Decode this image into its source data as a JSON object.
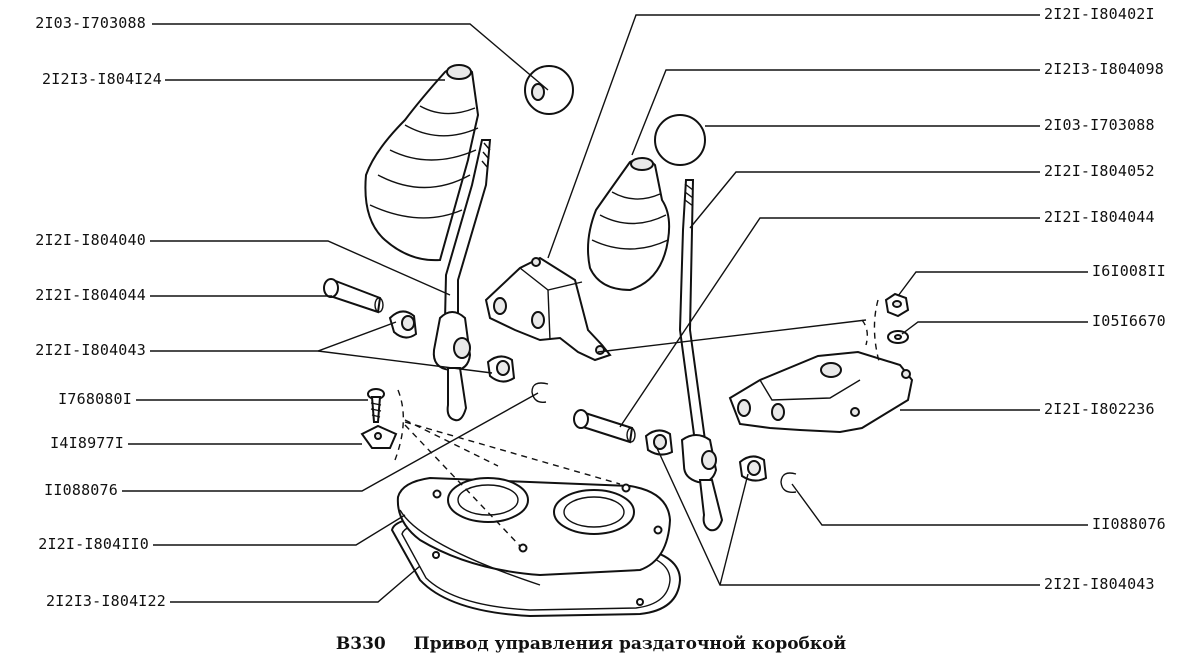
{
  "caption": {
    "code": "B330",
    "title": "Привод управления раздаточной коробкой"
  },
  "callouts_left": [
    {
      "id": "L1",
      "text": "2I03-I703088"
    },
    {
      "id": "L2",
      "text": "2I2I3-I804I24"
    },
    {
      "id": "L3",
      "text": "2I2I-I804040"
    },
    {
      "id": "L4",
      "text": "2I2I-I804044"
    },
    {
      "id": "L5",
      "text": "2I2I-I804043"
    },
    {
      "id": "L6",
      "text": "I768080I"
    },
    {
      "id": "L7",
      "text": "I4I8977I"
    },
    {
      "id": "L8",
      "text": "II088076"
    },
    {
      "id": "L9",
      "text": "2I2I-I804II0"
    },
    {
      "id": "L10",
      "text": "2I2I3-I804I22"
    }
  ],
  "callouts_right": [
    {
      "id": "R1",
      "text": "2I2I-I80402I"
    },
    {
      "id": "R2",
      "text": "2I2I3-I804098"
    },
    {
      "id": "R3",
      "text": "2I03-I703088"
    },
    {
      "id": "R4",
      "text": "2I2I-I804052"
    },
    {
      "id": "R5",
      "text": "2I2I-I804044"
    },
    {
      "id": "R6",
      "text": "I6I008II"
    },
    {
      "id": "R7",
      "text": "I05I6670"
    },
    {
      "id": "R8",
      "text": "2I2I-I802236"
    },
    {
      "id": "R9",
      "text": "II088076"
    },
    {
      "id": "R10",
      "text": "2I2I-I804043"
    }
  ]
}
